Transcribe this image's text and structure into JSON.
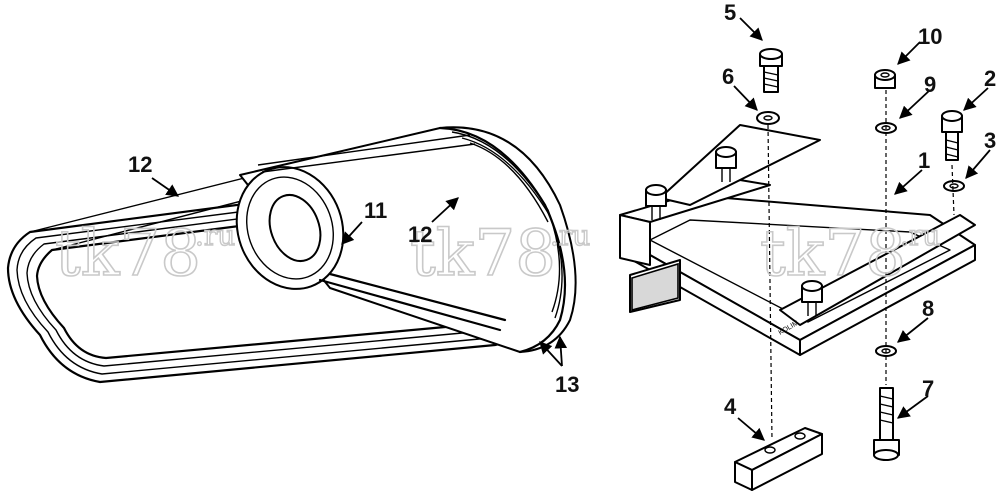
{
  "watermark": {
    "main": "tk78",
    "suffix": ".ru"
  },
  "brand_mark": "KOLIM",
  "callouts": [
    {
      "id": "c12a",
      "text": "12"
    },
    {
      "id": "c11",
      "text": "11"
    },
    {
      "id": "c12b",
      "text": "12"
    },
    {
      "id": "c13",
      "text": "13"
    },
    {
      "id": "c5",
      "text": "5"
    },
    {
      "id": "c6",
      "text": "6"
    },
    {
      "id": "c10",
      "text": "10"
    },
    {
      "id": "c9",
      "text": "9"
    },
    {
      "id": "c2",
      "text": "2"
    },
    {
      "id": "c3",
      "text": "3"
    },
    {
      "id": "c1",
      "text": "1"
    },
    {
      "id": "c8",
      "text": "8"
    },
    {
      "id": "c4",
      "text": "4"
    },
    {
      "id": "c7",
      "text": "7"
    }
  ]
}
